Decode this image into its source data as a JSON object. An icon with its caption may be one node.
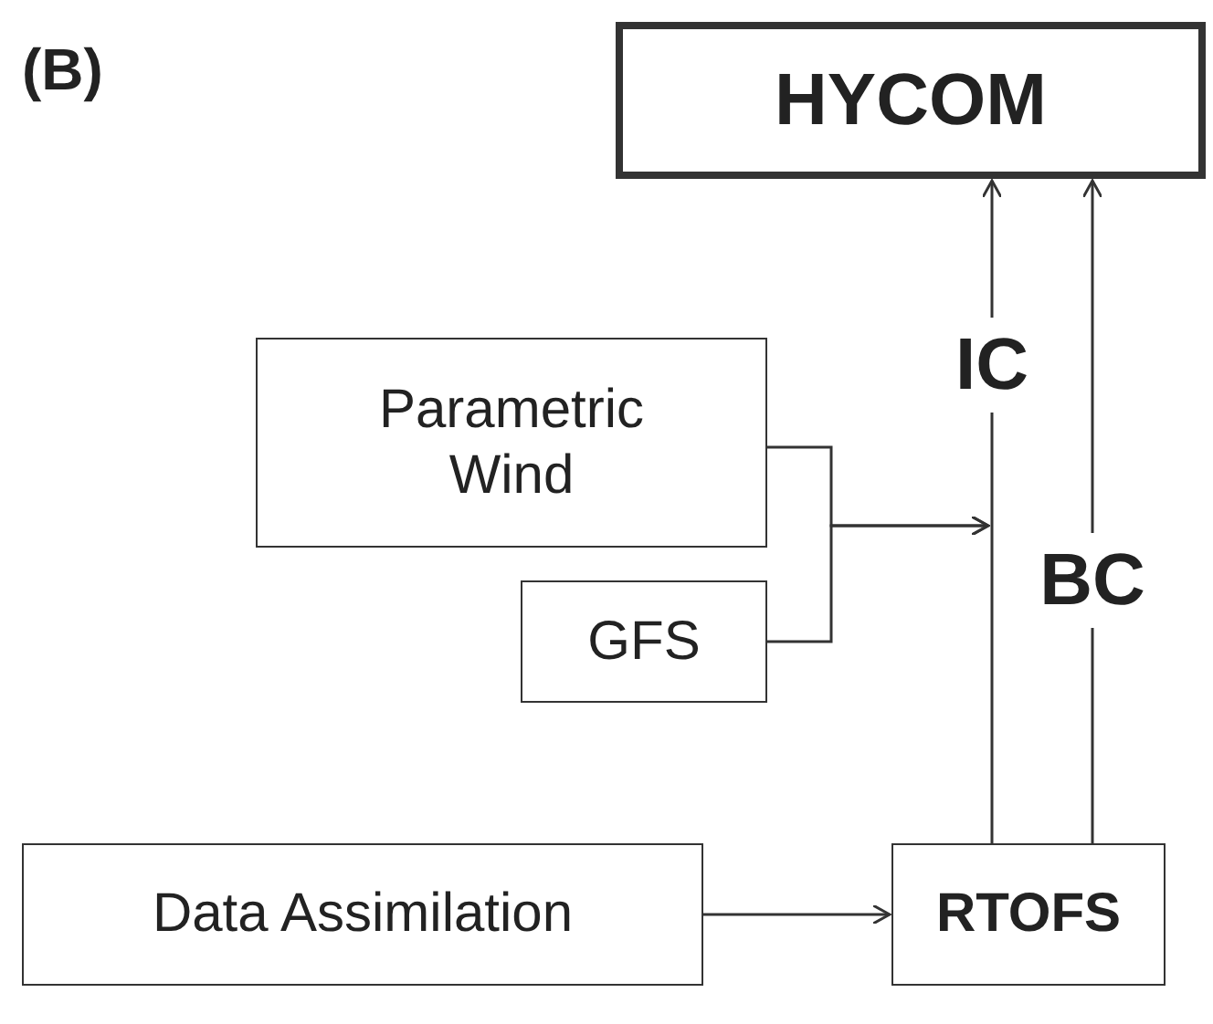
{
  "diagram": {
    "nodes": [
      {
        "text": [
          "HYCOM"
        ]
      },
      {
        "text": [
          "Parametric Wind"
        ]
      },
      {
        "text": [
          "GFS"
        ]
      },
      {
        "text": [
          "Data Assimilation"
        ]
      },
      {
        "text": [
          "RTOFS"
        ]
      }
    ],
    "edges": [
      {
        "from": 4,
        "to": 0,
        "arrow": "to",
        "label": "IC"
      },
      {
        "from": 4,
        "to": 0,
        "arrow": "to",
        "label": "BC"
      },
      {
        "from": 1,
        "to": null,
        "arrow": "to"
      },
      {
        "from": 2,
        "to": null,
        "arrow": "to"
      },
      {
        "from": 3,
        "to": 4,
        "arrow": "to"
      }
    ],
    "labels": [
      "(B)"
    ]
  }
}
